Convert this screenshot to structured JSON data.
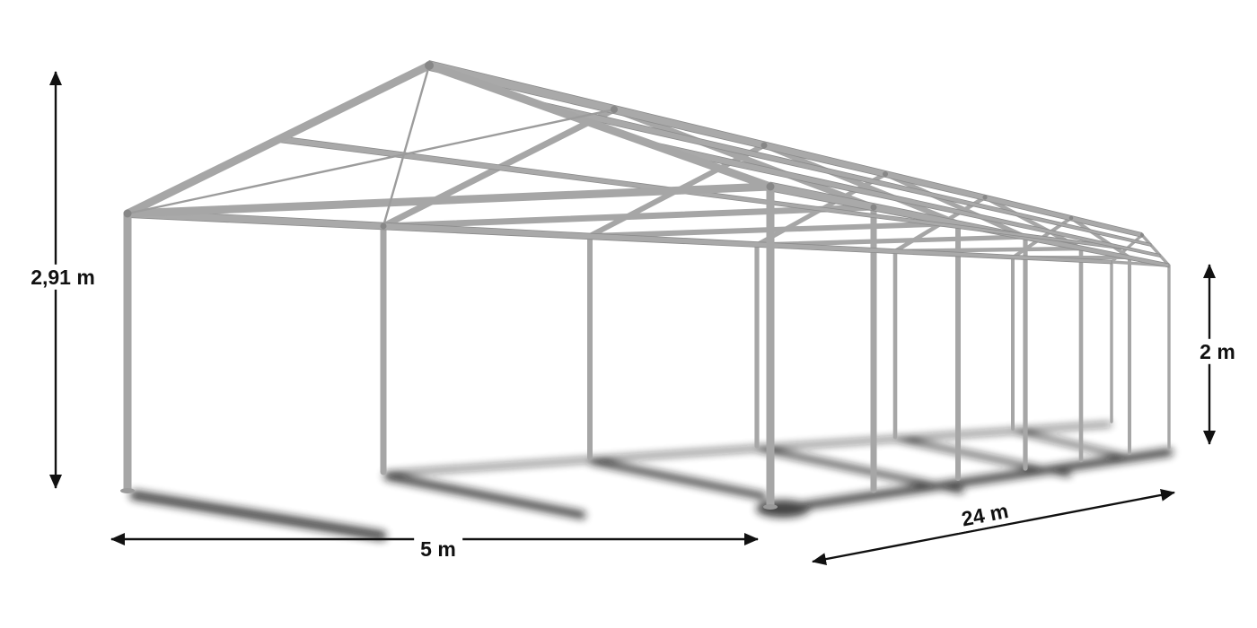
{
  "colors": {
    "background": "#ffffff",
    "frame_gray": "#a6a6a6",
    "frame_dark": "#878787",
    "shadow": "#161616",
    "dimension_black": "#111111"
  },
  "structure": {
    "type": "tent-frame-wireframe",
    "gable_frames": 7
  },
  "dimensions": {
    "ridge_height": {
      "label": "2,91 m"
    },
    "front_width": {
      "label": "5 m"
    },
    "side_length": {
      "label": "24 m"
    },
    "eave_height": {
      "label": "2 m"
    }
  }
}
